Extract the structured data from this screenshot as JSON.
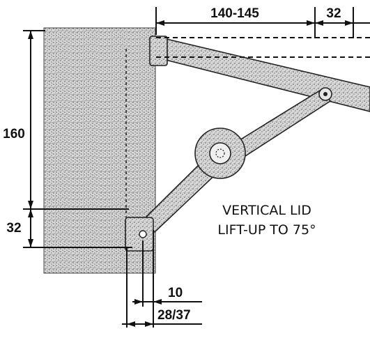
{
  "dimensions": {
    "opening_depth": "140-145",
    "lid_offset": "32",
    "height": "160",
    "base_offset": "32",
    "hinge_offset": "10",
    "panel_thickness": "28/37"
  },
  "caption": {
    "line1": "VERTICAL LID",
    "line2": "LIFT-UP TO 75°"
  },
  "colors": {
    "ink": "#111111",
    "paper": "#ffffff"
  }
}
